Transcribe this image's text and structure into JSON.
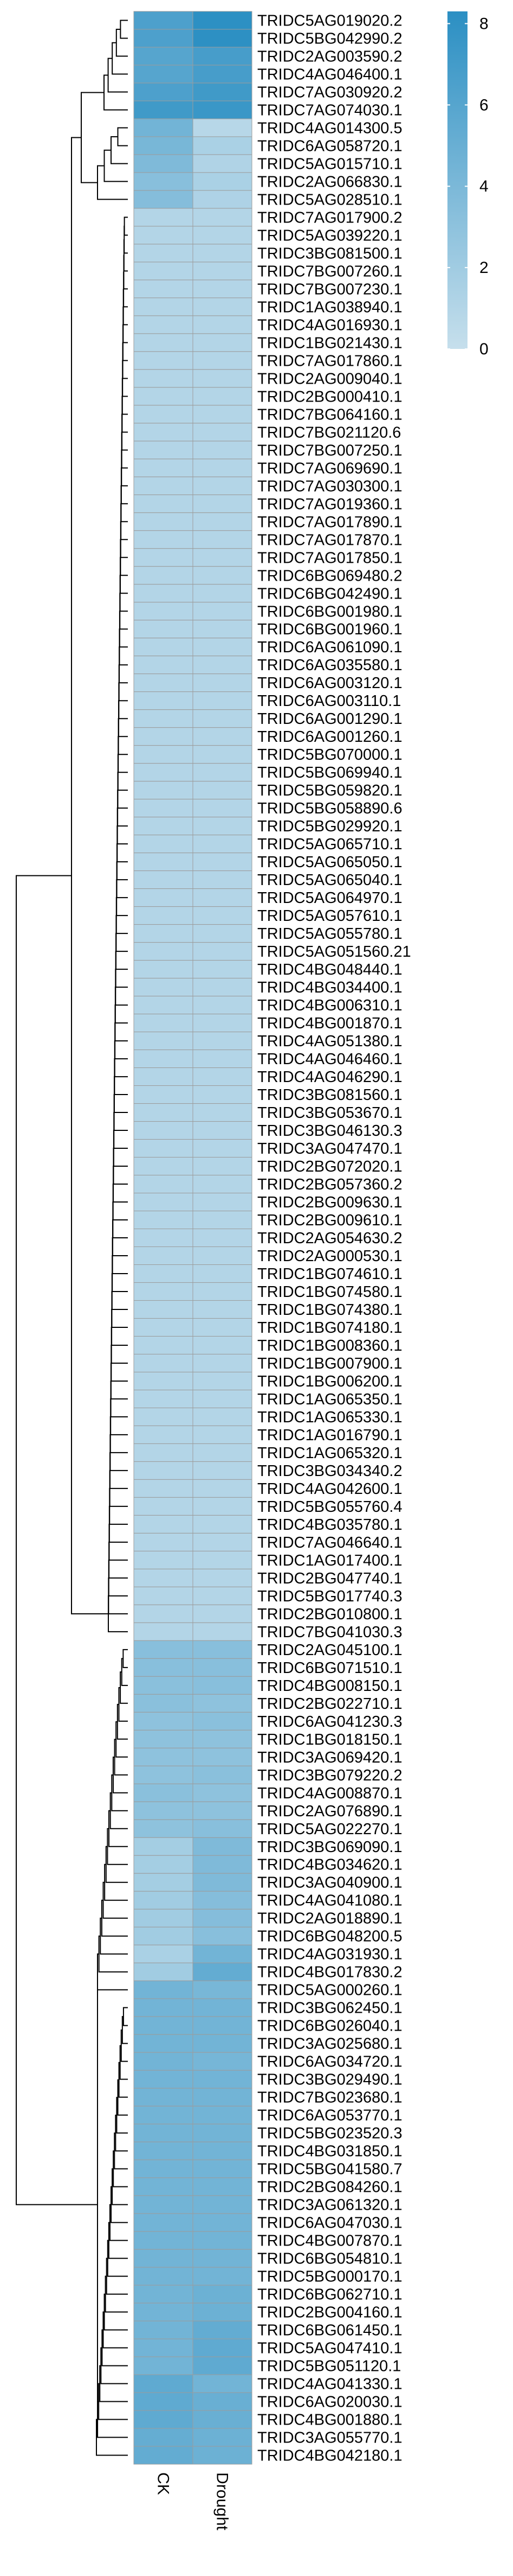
{
  "chart_data": {
    "type": "heatmap",
    "title": "",
    "columns": [
      "CK",
      "Drought"
    ],
    "rows": [
      {
        "label": "TRIDC5AG019020.2",
        "values": [
          6.5,
          8.2
        ]
      },
      {
        "label": "TRIDC5BG042990.2",
        "values": [
          6.5,
          8.2
        ]
      },
      {
        "label": "TRIDC2AG003590.2",
        "values": [
          6.0,
          6.8
        ]
      },
      {
        "label": "TRIDC4AG046400.1",
        "values": [
          6.0,
          6.8
        ]
      },
      {
        "label": "TRIDC7AG030920.2",
        "values": [
          6.5,
          7.2
        ]
      },
      {
        "label": "TRIDC7AG074030.1",
        "values": [
          7.2,
          7.5
        ]
      },
      {
        "label": "TRIDC4AG014300.5",
        "values": [
          4.5,
          0.8
        ]
      },
      {
        "label": "TRIDC6AG058720.1",
        "values": [
          4.2,
          1.5
        ]
      },
      {
        "label": "TRIDC5AG015710.1",
        "values": [
          3.8,
          1.2
        ]
      },
      {
        "label": "TRIDC2AG066830.1",
        "values": [
          3.3,
          1.5
        ]
      },
      {
        "label": "TRIDC5AG028510.1",
        "values": [
          3.5,
          1.3
        ]
      },
      {
        "label": "TRIDC7AG017900.2",
        "values": [
          1.0,
          1.0
        ]
      },
      {
        "label": "TRIDC5AG039220.1",
        "values": [
          1.0,
          1.0
        ]
      },
      {
        "label": "TRIDC3BG081500.1",
        "values": [
          1.0,
          1.0
        ]
      },
      {
        "label": "TRIDC7BG007260.1",
        "values": [
          1.0,
          1.0
        ]
      },
      {
        "label": "TRIDC7BG007230.1",
        "values": [
          1.0,
          1.0
        ]
      },
      {
        "label": "TRIDC1AG038940.1",
        "values": [
          1.0,
          1.0
        ]
      },
      {
        "label": "TRIDC4AG016930.1",
        "values": [
          1.0,
          1.0
        ]
      },
      {
        "label": "TRIDC1BG021430.1",
        "values": [
          1.0,
          1.0
        ]
      },
      {
        "label": "TRIDC7AG017860.1",
        "values": [
          1.0,
          1.0
        ]
      },
      {
        "label": "TRIDC2AG009040.1",
        "values": [
          1.0,
          1.0
        ]
      },
      {
        "label": "TRIDC2BG000410.1",
        "values": [
          1.0,
          1.0
        ]
      },
      {
        "label": "TRIDC7BG064160.1",
        "values": [
          1.0,
          1.0
        ]
      },
      {
        "label": "TRIDC7BG021120.6",
        "values": [
          1.0,
          1.0
        ]
      },
      {
        "label": "TRIDC7BG007250.1",
        "values": [
          1.0,
          1.0
        ]
      },
      {
        "label": "TRIDC7AG069690.1",
        "values": [
          1.0,
          1.0
        ]
      },
      {
        "label": "TRIDC7AG030300.1",
        "values": [
          1.0,
          1.0
        ]
      },
      {
        "label": "TRIDC7AG019360.1",
        "values": [
          1.0,
          1.0
        ]
      },
      {
        "label": "TRIDC7AG017890.1",
        "values": [
          1.0,
          1.0
        ]
      },
      {
        "label": "TRIDC7AG017870.1",
        "values": [
          1.0,
          1.0
        ]
      },
      {
        "label": "TRIDC7AG017850.1",
        "values": [
          1.0,
          1.0
        ]
      },
      {
        "label": "TRIDC6BG069480.2",
        "values": [
          1.0,
          1.0
        ]
      },
      {
        "label": "TRIDC6BG042490.1",
        "values": [
          1.0,
          1.0
        ]
      },
      {
        "label": "TRIDC6BG001980.1",
        "values": [
          1.0,
          1.0
        ]
      },
      {
        "label": "TRIDC6BG001960.1",
        "values": [
          1.0,
          1.0
        ]
      },
      {
        "label": "TRIDC6AG061090.1",
        "values": [
          1.0,
          1.0
        ]
      },
      {
        "label": "TRIDC6AG035580.1",
        "values": [
          1.0,
          1.0
        ]
      },
      {
        "label": "TRIDC6AG003120.1",
        "values": [
          1.0,
          1.0
        ]
      },
      {
        "label": "TRIDC6AG003110.1",
        "values": [
          1.0,
          1.0
        ]
      },
      {
        "label": "TRIDC6AG001290.1",
        "values": [
          1.0,
          1.0
        ]
      },
      {
        "label": "TRIDC6AG001260.1",
        "values": [
          1.0,
          1.0
        ]
      },
      {
        "label": "TRIDC5BG070000.1",
        "values": [
          1.0,
          1.0
        ]
      },
      {
        "label": "TRIDC5BG069940.1",
        "values": [
          1.0,
          1.0
        ]
      },
      {
        "label": "TRIDC5BG059820.1",
        "values": [
          1.0,
          1.0
        ]
      },
      {
        "label": "TRIDC5BG058890.6",
        "values": [
          1.0,
          1.0
        ]
      },
      {
        "label": "TRIDC5BG029920.1",
        "values": [
          1.0,
          1.0
        ]
      },
      {
        "label": "TRIDC5AG065710.1",
        "values": [
          1.0,
          1.0
        ]
      },
      {
        "label": "TRIDC5AG065050.1",
        "values": [
          1.0,
          1.0
        ]
      },
      {
        "label": "TRIDC5AG065040.1",
        "values": [
          1.0,
          1.0
        ]
      },
      {
        "label": "TRIDC5AG064970.1",
        "values": [
          1.0,
          1.0
        ]
      },
      {
        "label": "TRIDC5AG057610.1",
        "values": [
          1.0,
          1.0
        ]
      },
      {
        "label": "TRIDC5AG055780.1",
        "values": [
          1.0,
          1.0
        ]
      },
      {
        "label": "TRIDC5AG051560.21",
        "values": [
          1.0,
          1.0
        ]
      },
      {
        "label": "TRIDC4BG048440.1",
        "values": [
          1.0,
          1.0
        ]
      },
      {
        "label": "TRIDC4BG034400.1",
        "values": [
          1.0,
          1.0
        ]
      },
      {
        "label": "TRIDC4BG006310.1",
        "values": [
          1.0,
          1.0
        ]
      },
      {
        "label": "TRIDC4BG001870.1",
        "values": [
          1.0,
          1.0
        ]
      },
      {
        "label": "TRIDC4AG051380.1",
        "values": [
          1.0,
          1.0
        ]
      },
      {
        "label": "TRIDC4AG046460.1",
        "values": [
          1.0,
          1.0
        ]
      },
      {
        "label": "TRIDC4AG046290.1",
        "values": [
          1.0,
          1.0
        ]
      },
      {
        "label": "TRIDC3BG081560.1",
        "values": [
          1.0,
          1.0
        ]
      },
      {
        "label": "TRIDC3BG053670.1",
        "values": [
          1.0,
          1.0
        ]
      },
      {
        "label": "TRIDC3BG046130.3",
        "values": [
          1.0,
          1.0
        ]
      },
      {
        "label": "TRIDC3AG047470.1",
        "values": [
          1.0,
          1.0
        ]
      },
      {
        "label": "TRIDC2BG072020.1",
        "values": [
          1.0,
          1.0
        ]
      },
      {
        "label": "TRIDC2BG057360.2",
        "values": [
          1.0,
          1.0
        ]
      },
      {
        "label": "TRIDC2BG009630.1",
        "values": [
          1.0,
          1.0
        ]
      },
      {
        "label": "TRIDC2BG009610.1",
        "values": [
          1.0,
          1.0
        ]
      },
      {
        "label": "TRIDC2AG054630.2",
        "values": [
          1.0,
          1.0
        ]
      },
      {
        "label": "TRIDC2AG000530.1",
        "values": [
          1.0,
          1.0
        ]
      },
      {
        "label": "TRIDC1BG074610.1",
        "values": [
          1.0,
          1.0
        ]
      },
      {
        "label": "TRIDC1BG074580.1",
        "values": [
          1.0,
          1.0
        ]
      },
      {
        "label": "TRIDC1BG074380.1",
        "values": [
          1.0,
          1.0
        ]
      },
      {
        "label": "TRIDC1BG074180.1",
        "values": [
          1.0,
          1.0
        ]
      },
      {
        "label": "TRIDC1BG008360.1",
        "values": [
          1.0,
          1.0
        ]
      },
      {
        "label": "TRIDC1BG007900.1",
        "values": [
          1.0,
          1.0
        ]
      },
      {
        "label": "TRIDC1BG006200.1",
        "values": [
          1.0,
          1.0
        ]
      },
      {
        "label": "TRIDC1AG065350.1",
        "values": [
          1.0,
          1.0
        ]
      },
      {
        "label": "TRIDC1AG065330.1",
        "values": [
          1.0,
          1.0
        ]
      },
      {
        "label": "TRIDC1AG016790.1",
        "values": [
          1.0,
          1.0
        ]
      },
      {
        "label": "TRIDC1AG065320.1",
        "values": [
          1.0,
          1.0
        ]
      },
      {
        "label": "TRIDC3BG034340.2",
        "values": [
          1.0,
          1.0
        ]
      },
      {
        "label": "TRIDC4AG042600.1",
        "values": [
          1.0,
          1.0
        ]
      },
      {
        "label": "TRIDC5BG055760.4",
        "values": [
          1.0,
          1.0
        ]
      },
      {
        "label": "TRIDC4BG035780.1",
        "values": [
          1.0,
          1.0
        ]
      },
      {
        "label": "TRIDC7AG046640.1",
        "values": [
          1.0,
          1.0
        ]
      },
      {
        "label": "TRIDC1AG017400.1",
        "values": [
          1.0,
          1.0
        ]
      },
      {
        "label": "TRIDC2BG047740.1",
        "values": [
          1.0,
          1.0
        ]
      },
      {
        "label": "TRIDC5BG017740.3",
        "values": [
          1.0,
          1.0
        ]
      },
      {
        "label": "TRIDC2BG010800.1",
        "values": [
          1.0,
          1.0
        ]
      },
      {
        "label": "TRIDC7BG041030.3",
        "values": [
          1.0,
          1.0
        ]
      },
      {
        "label": "TRIDC2AG045100.1",
        "values": [
          3.3,
          3.3
        ]
      },
      {
        "label": "TRIDC6BG071510.1",
        "values": [
          3.3,
          3.3
        ]
      },
      {
        "label": "TRIDC4BG008150.1",
        "values": [
          3.2,
          3.3
        ]
      },
      {
        "label": "TRIDC2BG022710.1",
        "values": [
          3.2,
          3.0
        ]
      },
      {
        "label": "TRIDC6AG041230.3",
        "values": [
          3.0,
          3.2
        ]
      },
      {
        "label": "TRIDC1BG018150.1",
        "values": [
          3.0,
          3.0
        ]
      },
      {
        "label": "TRIDC3AG069420.1",
        "values": [
          3.0,
          3.0
        ]
      },
      {
        "label": "TRIDC3BG079220.2",
        "values": [
          3.0,
          3.2
        ]
      },
      {
        "label": "TRIDC4AG008870.1",
        "values": [
          3.2,
          3.0
        ]
      },
      {
        "label": "TRIDC2AG076890.1",
        "values": [
          3.0,
          3.0
        ]
      },
      {
        "label": "TRIDC5AG022270.1",
        "values": [
          3.0,
          3.3
        ]
      },
      {
        "label": "TRIDC3BG069090.1",
        "values": [
          1.8,
          3.8
        ]
      },
      {
        "label": "TRIDC4BG034620.1",
        "values": [
          1.8,
          3.8
        ]
      },
      {
        "label": "TRIDC3AG040900.1",
        "values": [
          1.8,
          3.8
        ]
      },
      {
        "label": "TRIDC4AG041080.1",
        "values": [
          2.0,
          3.5
        ]
      },
      {
        "label": "TRIDC2AG018890.1",
        "values": [
          2.0,
          3.5
        ]
      },
      {
        "label": "TRIDC6BG048200.5",
        "values": [
          2.0,
          3.3
        ]
      },
      {
        "label": "TRIDC4AG031930.1",
        "values": [
          1.5,
          4.5
        ]
      },
      {
        "label": "TRIDC4BG017830.2",
        "values": [
          2.0,
          5.3
        ]
      },
      {
        "label": "TRIDC5AG000260.1",
        "values": [
          4.5,
          4.2
        ]
      },
      {
        "label": "TRIDC3BG062450.1",
        "values": [
          4.5,
          4.5
        ]
      },
      {
        "label": "TRIDC6BG026040.1",
        "values": [
          4.5,
          4.5
        ]
      },
      {
        "label": "TRIDC3AG025680.1",
        "values": [
          4.5,
          4.5
        ]
      },
      {
        "label": "TRIDC6AG034720.1",
        "values": [
          4.5,
          4.3
        ]
      },
      {
        "label": "TRIDC3BG029490.1",
        "values": [
          4.5,
          4.5
        ]
      },
      {
        "label": "TRIDC7BG023680.1",
        "values": [
          4.5,
          4.5
        ]
      },
      {
        "label": "TRIDC6AG053770.1",
        "values": [
          4.5,
          4.5
        ]
      },
      {
        "label": "TRIDC5BG023520.3",
        "values": [
          4.5,
          4.5
        ]
      },
      {
        "label": "TRIDC4BG031850.1",
        "values": [
          4.5,
          4.5
        ]
      },
      {
        "label": "TRIDC5BG041580.7",
        "values": [
          4.5,
          4.5
        ]
      },
      {
        "label": "TRIDC2BG084260.1",
        "values": [
          4.5,
          4.5
        ]
      },
      {
        "label": "TRIDC3AG061320.1",
        "values": [
          4.5,
          4.5
        ]
      },
      {
        "label": "TRIDC6AG047030.1",
        "values": [
          4.5,
          4.5
        ]
      },
      {
        "label": "TRIDC4BG007870.1",
        "values": [
          4.5,
          4.5
        ]
      },
      {
        "label": "TRIDC6BG054810.1",
        "values": [
          4.5,
          4.5
        ]
      },
      {
        "label": "TRIDC5BG000170.1",
        "values": [
          4.5,
          4.5
        ]
      },
      {
        "label": "TRIDC6BG062710.1",
        "values": [
          4.5,
          4.8
        ]
      },
      {
        "label": "TRIDC2BG004160.1",
        "values": [
          4.5,
          4.8
        ]
      },
      {
        "label": "TRIDC6BG061450.1",
        "values": [
          4.5,
          5.3
        ]
      },
      {
        "label": "TRIDC5AG047410.1",
        "values": [
          4.5,
          5.5
        ]
      },
      {
        "label": "TRIDC5BG051120.1",
        "values": [
          4.5,
          5.5
        ]
      },
      {
        "label": "TRIDC4AG041330.1",
        "values": [
          5.5,
          4.5
        ]
      },
      {
        "label": "TRIDC6AG020030.1",
        "values": [
          5.5,
          5.0
        ]
      },
      {
        "label": "TRIDC4BG001880.1",
        "values": [
          5.5,
          5.0
        ]
      },
      {
        "label": "TRIDC3AG055770.1",
        "values": [
          5.2,
          4.8
        ]
      },
      {
        "label": "TRIDC4BG042180.1",
        "values": [
          5.3,
          4.8
        ]
      }
    ],
    "color_scale": {
      "min": 0,
      "max": 8.3,
      "stops": [
        "#c6dfec",
        "#2b8fc3"
      ],
      "ticks": [
        0,
        2,
        4,
        6,
        8
      ]
    },
    "dendrogram": "rows",
    "legend_position": "top-right"
  }
}
